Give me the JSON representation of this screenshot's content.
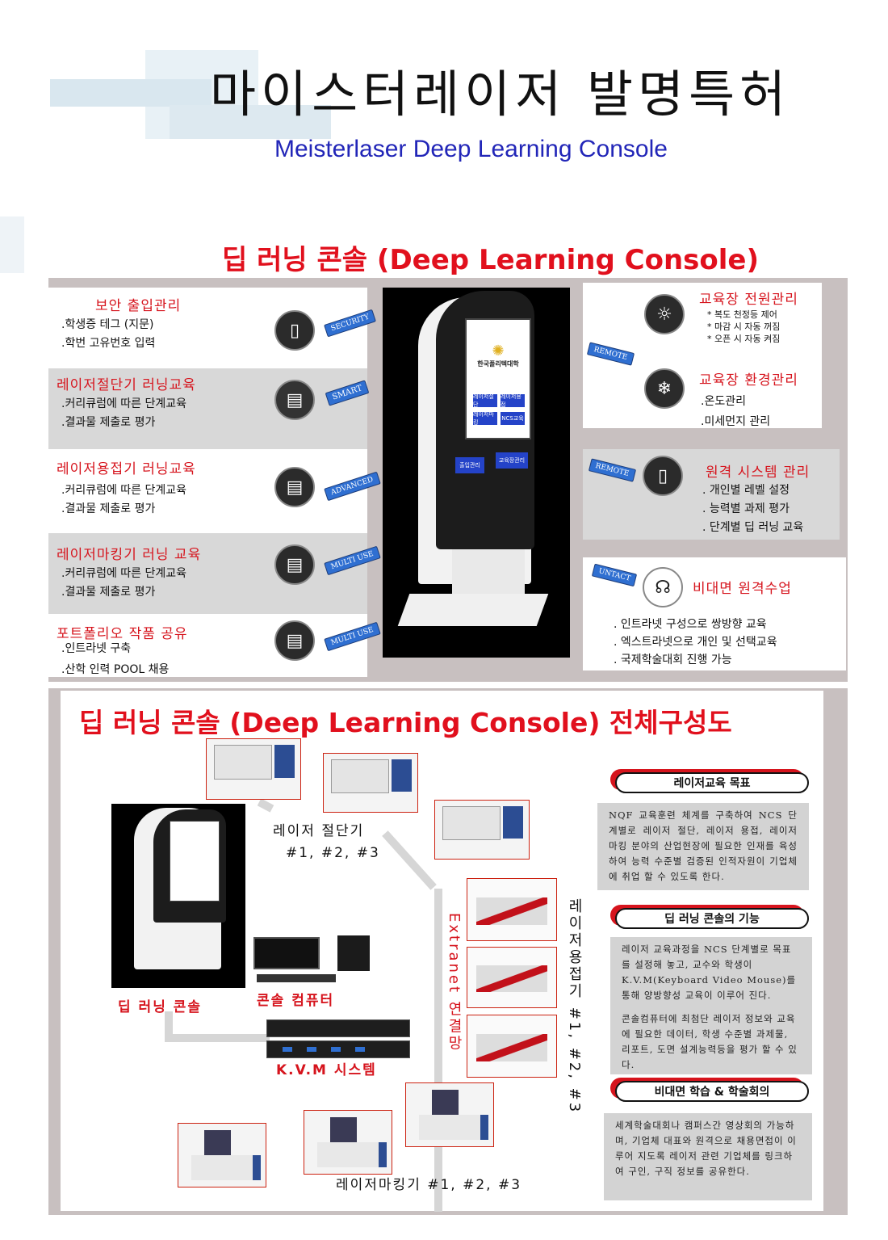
{
  "header": {
    "title": "마이스터레이저 발명특허",
    "subtitle": "Meisterlaser Deep Learning Console"
  },
  "section1": {
    "title": "딥 러닝 콘솔 (Deep Learning Console)",
    "left": [
      {
        "title": "보안 출입관리",
        "lines": [
          ".학생증 테그 (지문)",
          ".학번 고유번호 입력"
        ],
        "tag": "SECURITY",
        "icon": "door-icon"
      },
      {
        "title": "레이저절단기 러닝교육",
        "lines": [
          ".커리큐럼에 따른 단계교육",
          ".결과물 제출로 평가"
        ],
        "tag": "SMART",
        "icon": "desk-icon"
      },
      {
        "title": "레이저용접기 러닝교육",
        "lines": [
          ".커리큐럼에 따른 단계교육",
          ".결과물 제출로 평가"
        ],
        "tag": "ADVANCED",
        "icon": "desk-icon"
      },
      {
        "title": "레이저마킹기 러닝 교육",
        "lines": [
          ".커리큐럼에 따른 단계교육",
          ".결과물 제출로 평가"
        ],
        "tag": "MULTI USE",
        "icon": "desk-icon"
      },
      {
        "title": "포트폴리오 작품 공유",
        "lines": [
          ".인트라넷 구축",
          ".산학 인력 POOL 채용"
        ],
        "tag": "MULTI USE",
        "icon": "desk-icon"
      }
    ],
    "right": [
      {
        "title": "교육장 전원관리",
        "lines": [
          "* 복도 천정등 제어",
          "* 마감 시 자동 꺼짐",
          "* 오픈 시 자동 켜짐"
        ],
        "tag": "REMOTE",
        "icon": "lightbulb-icon"
      },
      {
        "title": "교육장 환경관리",
        "lines": [
          ".온도관리",
          ".미세먼지 관리"
        ],
        "icon": "thermometer-icon"
      },
      {
        "title": "원격 시스템 관리",
        "lines": [
          ". 개인별 레벨 설정",
          ". 능력별 과제 평가",
          ". 단계별 딥 러닝 교육"
        ],
        "tag": "REMOTE",
        "icon": "phone-icon"
      },
      {
        "title": "비대면 원격수업",
        "lines": [
          ". 인트라넷 구성으로 쌍방향 교육",
          ". 엑스트라넷으로 개인 및 선택교육",
          ". 국제학술대회 진행 가능"
        ],
        "tag": "UNTACT",
        "icon": "headset-icon"
      }
    ],
    "kiosk": {
      "university": "한국폴리텍대학",
      "buttons": [
        "레이저절단",
        "레이저용접",
        "레이저마킹",
        "NCS교육"
      ],
      "bottom_buttons": [
        "출입관리",
        "교육장관리"
      ]
    }
  },
  "section2": {
    "title": "딥 러닝 콘솔 (Deep Learning Console) 전체구성도",
    "labels": {
      "cutter": "레이저 절단기",
      "cutter_nums": "#1, #2, #3",
      "welder_vertical": "레이저용접기 #1, #2, #3",
      "extranet": "Extranet 연결망",
      "console": "딥 러닝 콘솔",
      "console_pc": "콘솔 컴퓨터",
      "kvm": "K.V.M 시스템",
      "marker": "레이저마킹기 #1, #2, #3"
    },
    "boxes": [
      {
        "head": "레이저교육 목표",
        "text": "NQF 교육훈련 체계를 구축하여 NCS 단계별로 레이저 절단, 레이저 용접, 레이저 마킹 분야의 산업현장에 필요한 인재를 육성하여 능력 수준별 검증된 인적자원이 기업체에 취업 할 수 있도록 한다."
      },
      {
        "head": "딥 러닝 콘솔의 기능",
        "text": "레이저 교육과정을 NCS 단계별로 목표를 설정해 놓고, 교수와 학생이 K.V.M(Keyboard Video Mouse)를 통해 양방향성 교육이 이루어 진다.",
        "text2": "콘솔컴퓨터에 최첨단 레이저 정보와 교육에 필요한 데이터, 학생 수준별 과제물, 리포트, 도면 설계능력등을 평가 할 수 있다."
      },
      {
        "head": "비대면 학습 & 학술회의",
        "text": "세계학술대회나 캠퍼스간 영상회의 가능하며, 기업체 대표와 원격으로 채용면접이 이루어 지도록 레이저 관련 기업체를 링크하여 구인, 구직 정보를 공유한다."
      }
    ]
  }
}
